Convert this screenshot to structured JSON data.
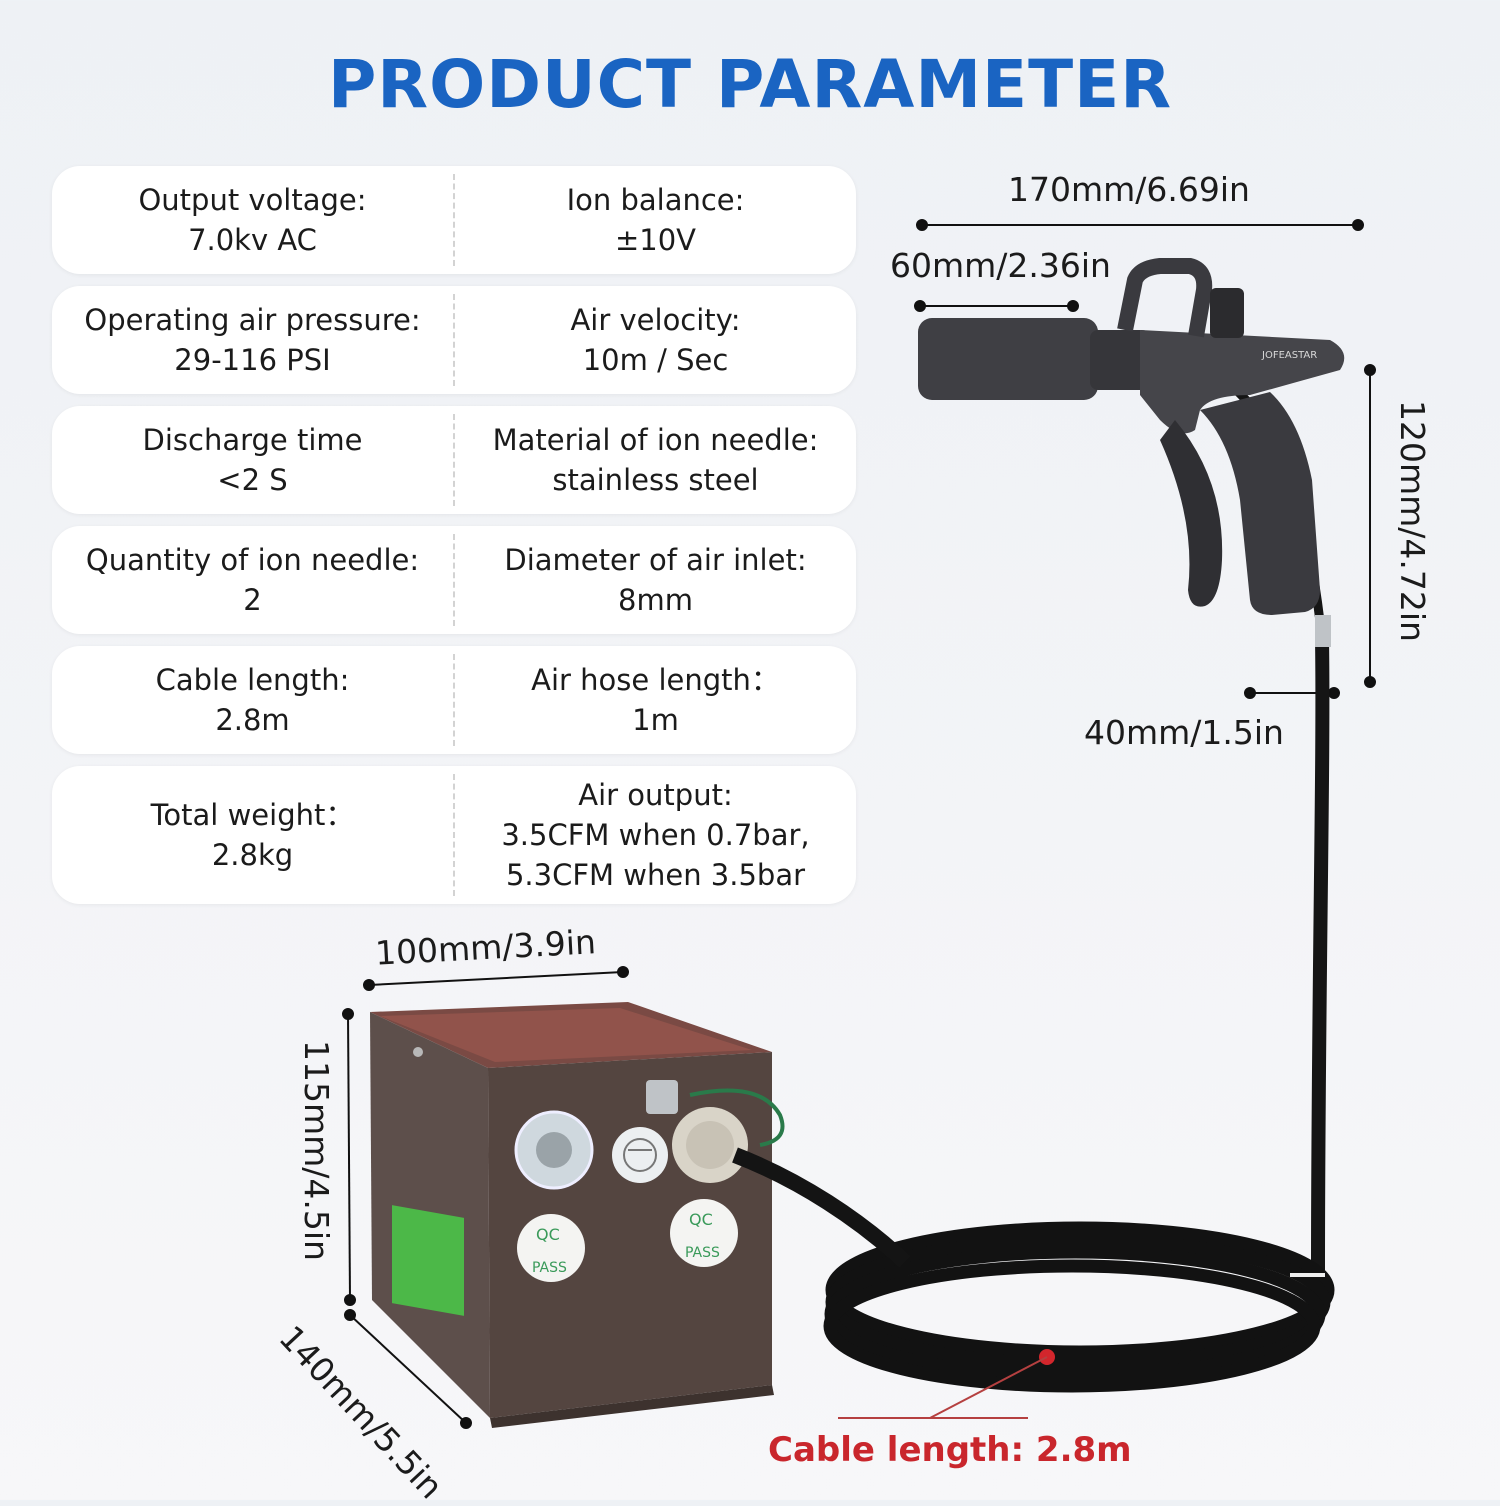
{
  "title": "PRODUCT PARAMETER",
  "parameters": [
    {
      "left": {
        "label": "Output voltage:",
        "value": "7.0kv AC"
      },
      "right": {
        "label": "Ion balance:",
        "value": "±10V"
      }
    },
    {
      "left": {
        "label": "Operating air pressure:",
        "value": "29-116 PSI"
      },
      "right": {
        "label": "Air velocity:",
        "value": "10m / Sec"
      }
    },
    {
      "left": {
        "label": "Discharge time",
        "value": "<2 S"
      },
      "right": {
        "label": "Material of ion needle:",
        "value": "stainless steel"
      }
    },
    {
      "left": {
        "label": "Quantity of ion needle:",
        "value": "2"
      },
      "right": {
        "label": "Diameter of air inlet:",
        "value": "8mm"
      }
    },
    {
      "left": {
        "label": "Cable length:",
        "value": "2.8m"
      },
      "right": {
        "label": "Air hose length：",
        "value": "1m"
      }
    },
    {
      "left": {
        "label": "Total weight：",
        "value": "2.8kg"
      },
      "right": {
        "label": "Air output:",
        "value": "3.5CFM when 0.7bar,",
        "value2": "5.3CFM when 3.5bar"
      }
    }
  ],
  "dimensions": {
    "gun_length": "170mm/6.69in",
    "nozzle_length": "60mm/2.36in",
    "gun_height": "120mm/4.72in",
    "handle_width": "40mm/1.5in",
    "box_width": "100mm/3.9in",
    "box_height": "115mm/4.5in",
    "box_depth": "140mm/5.5in"
  },
  "callout": "Cable length: 2.8m",
  "labels": {
    "brand": "JOFEASTAR",
    "qc_top": "QC",
    "qc_bottom": "PASS"
  },
  "colors": {
    "title": "#1a64c2",
    "callout": "#c9262c",
    "gun": "#3e3e42",
    "box": "#5a4c48",
    "hose": "#161616"
  }
}
